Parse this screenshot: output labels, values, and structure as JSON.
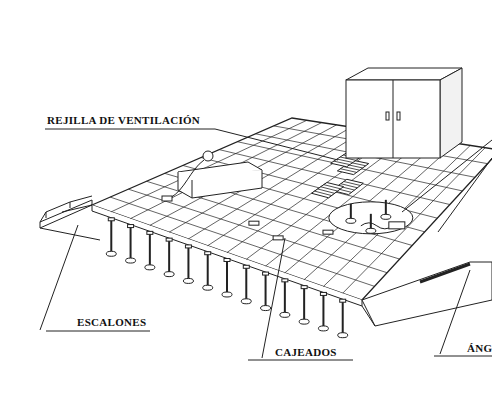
{
  "diagram": {
    "labels": [
      "REJILLA DE VENTILACIÓN",
      "ESCALONES",
      "CAJEADOS",
      "ÁNG"
    ]
  }
}
